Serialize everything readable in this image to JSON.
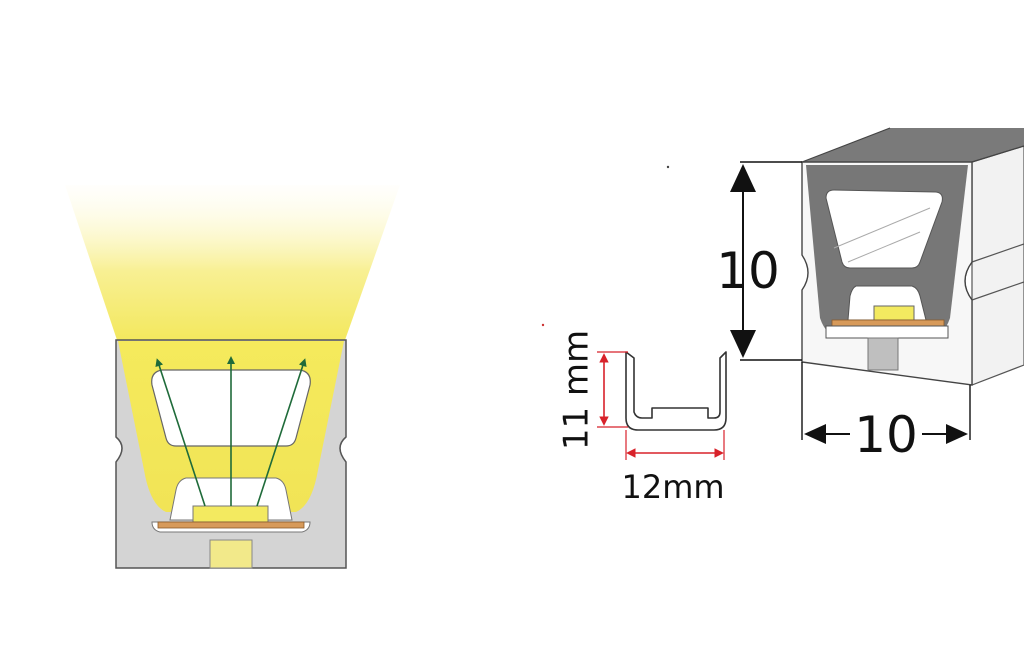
{
  "labels": {
    "height_main": "10",
    "width_main": "10",
    "channel_height": "11 mm",
    "channel_width": "12mm"
  },
  "colors": {
    "glow": "#f6ee7a",
    "glow_fade": "#fffbe0",
    "silicone": "#d2d2d2",
    "silicone_dark": "#9a9a9a",
    "profile_dark": "#777777",
    "led_chip": "#f3ea60",
    "pcb": "#d79a5a",
    "arrow": "#1f6b3a",
    "dim_red": "#d8222a",
    "dim_black": "#111111"
  },
  "icons": [
    "light-ray-arrow-icon",
    "dimension-arrow-icon"
  ]
}
